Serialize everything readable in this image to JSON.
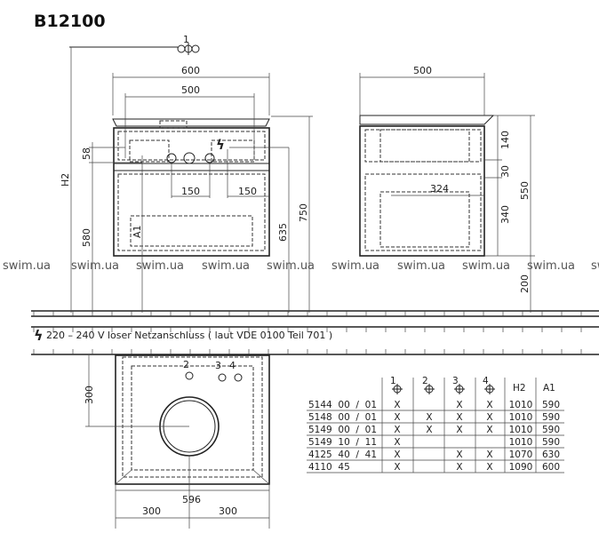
{
  "title": "B12100",
  "watermark": "swim.ua",
  "front_view": {
    "connection_marker": "1",
    "dims": {
      "width_total": "600",
      "width_inner": "500",
      "offset_58": "58",
      "spacing_a": "150",
      "spacing_b": "150",
      "h2": "H2",
      "h580": "580",
      "a1": "A1",
      "h635": "635",
      "h750": "750"
    }
  },
  "side_view": {
    "dims": {
      "depth": "500",
      "d140": "140",
      "d30": "30",
      "d324": "324",
      "d340": "340",
      "d550": "550",
      "d200": "200"
    }
  },
  "electrical_note": "220 – 240 V loser Netzanschluss ( laut VDE 0100 Teil 701 )",
  "top_view": {
    "hole_labels": [
      "2",
      "3",
      "4"
    ],
    "dims": {
      "depth": "300",
      "width": "596",
      "half_left": "300",
      "half_right": "300"
    }
  },
  "table": {
    "headers": [
      "1",
      "2",
      "3",
      "4",
      "H2",
      "A1"
    ],
    "rows": [
      {
        "code": "5144  00  /  01",
        "c1": "X",
        "c2": "",
        "c3": "X",
        "c4": "X",
        "h2": "1010",
        "a1": "590"
      },
      {
        "code": "5148  00  /  01",
        "c1": "X",
        "c2": "X",
        "c3": "X",
        "c4": "X",
        "h2": "1010",
        "a1": "590"
      },
      {
        "code": "5149  00  /  01",
        "c1": "X",
        "c2": "X",
        "c3": "X",
        "c4": "X",
        "h2": "1010",
        "a1": "590"
      },
      {
        "code": "5149  10  /  11",
        "c1": "X",
        "c2": "",
        "c3": "",
        "c4": "",
        "h2": "1010",
        "a1": "590"
      },
      {
        "code": "4125  40  /  41",
        "c1": "X",
        "c2": "",
        "c3": "X",
        "c4": "X",
        "h2": "1070",
        "a1": "630"
      },
      {
        "code": "4110  45",
        "c1": "X",
        "c2": "",
        "c3": "X",
        "c4": "X",
        "h2": "1090",
        "a1": "600"
      }
    ]
  }
}
